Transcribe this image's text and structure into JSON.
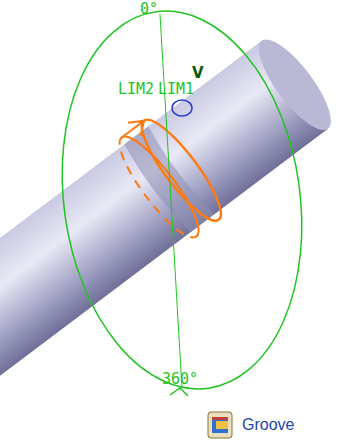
{
  "diagram": {
    "caption": "Groove",
    "labels": [
      "0°",
      "V",
      "LIM2",
      "LIM1",
      "360°"
    ]
  }
}
